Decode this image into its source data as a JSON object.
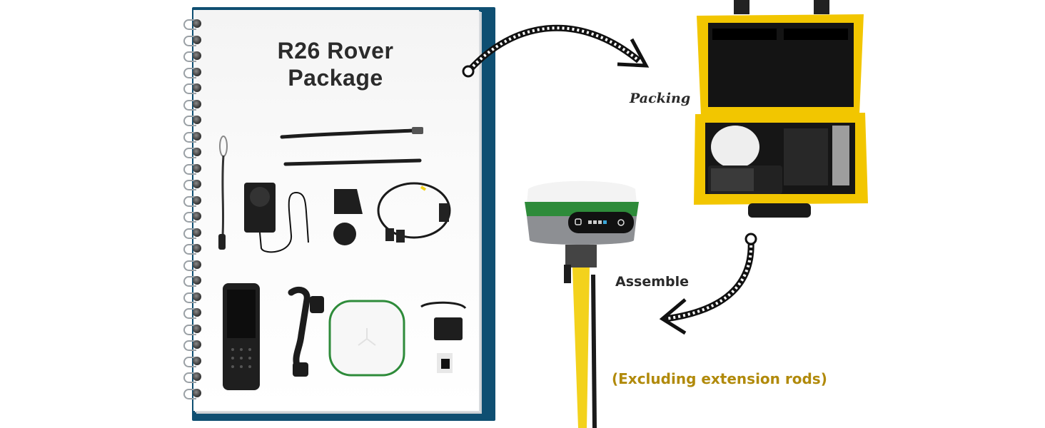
{
  "notebook": {
    "title_line1": "R26 Rover",
    "title_line2": "Package",
    "cover_color": "#0f4f72",
    "ring_count": 24,
    "contents": [
      "lanyard-strap",
      "antenna-with-connector",
      "whip-antenna",
      "power-adapter",
      "uk-plug-adapter",
      "eu-plug-adapter",
      "multi-connector-data-cable",
      "handheld-controller",
      "pole-mount-bracket",
      "gnss-receiver",
      "usb-charger-with-cable",
      "accessory-bag"
    ]
  },
  "labels": {
    "packing": "Packing",
    "assemble": "Assemble",
    "exclusion_note": "(Excluding extension rods)"
  },
  "colors": {
    "note_text": "#b18a0b",
    "label_text": "#2a2a2a",
    "case_yellow": "#f2c600",
    "receiver_green": "#2e8b3a",
    "pole_yellow": "#f3d21c"
  },
  "receiver_panel": {
    "indicators": [
      "square-button",
      "satellite-led",
      "bluetooth-led",
      "data-led",
      "power-led",
      "power-button"
    ]
  }
}
